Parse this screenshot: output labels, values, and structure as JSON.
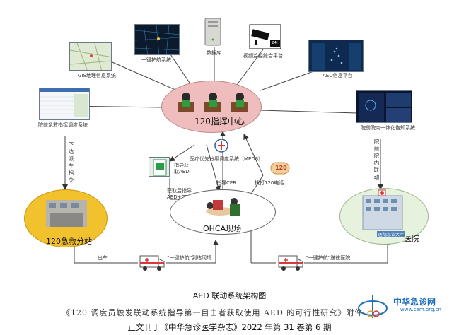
{
  "systems": {
    "gis": "GIS地理信息系统",
    "one_key_nav": "一键护航系统",
    "database": "数据库",
    "video_monitor": "视频监控综合平台",
    "video_badge": "24H",
    "aed_platform": "AED信息平台",
    "pre_hospital_dispatch": "院前急救指挥调度系统",
    "pre_in_hospital": "院前院内一体化告知系统",
    "mpds": "医疗优先分级调度系统（MPDS）"
  },
  "nodes": {
    "center": "120指挥中心",
    "station": "120急救分站",
    "scene": "OHCA现场",
    "hospital": "医院",
    "hospital_sign": "医院急诊大厅"
  },
  "edges": {
    "dispatch_vertical": "下达派车指令",
    "pre_in_vertical": "院前院内联动",
    "guide_get_aed": "指导获取AED",
    "guide_aed_cpr": "获取后指导 AED+CPR",
    "guide_cpr": "指导CPR",
    "call_120": "拨打120电话",
    "phone_badge": "120",
    "depart": "出车",
    "to_scene": "“一键护航”到达现场",
    "to_hospital": "“一键护航”送往医院"
  },
  "caption": {
    "title": "AED 联动系统架构图",
    "citation": "《120 调度员触发联动系统指导第一目击者获取使用 AED 的可行性研究》附件",
    "source": "正文刊于《中华急诊医学杂志》2022 年第 31 卷第 6 期"
  },
  "watermark": {
    "name": "中华急诊网",
    "url": "www.cem.org.cn"
  }
}
